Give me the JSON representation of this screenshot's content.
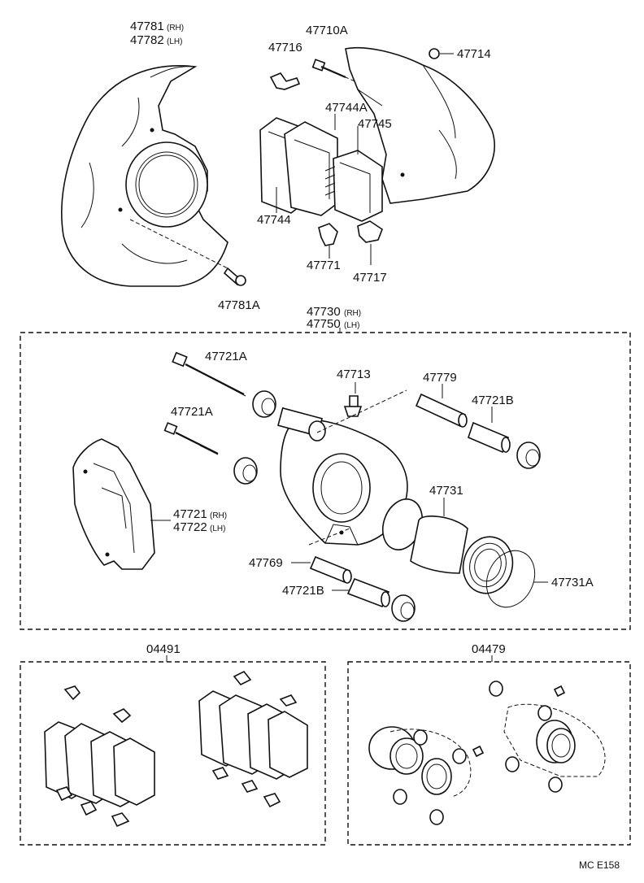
{
  "labels": {
    "dust_cover_rh": "47781",
    "dust_cover_lh": "47782",
    "bolt_47781a": "47781A",
    "bolt_47710a": "47710A",
    "clip_47716": "47716",
    "nut_47714": "47714",
    "pad_47744a": "47744A",
    "shim_47745": "47745",
    "pad_47744": "47744",
    "clip_47771": "47771",
    "clip_47717": "47717",
    "caliper_rh": "47730",
    "caliper_lh": "47750",
    "bolt_47721a_1": "47721A",
    "bolt_47721a_2": "47721A",
    "bleeder_47713": "47713",
    "pin_47779": "47779",
    "boot_47721b_1": "47721B",
    "boot_47721b_2": "47721B",
    "torque_plate_rh": "47721",
    "torque_plate_lh": "47722",
    "piston_47731": "47731",
    "ring_47731a": "47731A",
    "pin_47769": "47769",
    "kit_04491": "04491",
    "kit_04479": "04479",
    "footer_code": "MC  E158"
  },
  "suffix": {
    "rh": "(RH)",
    "lh": "(LH)"
  }
}
